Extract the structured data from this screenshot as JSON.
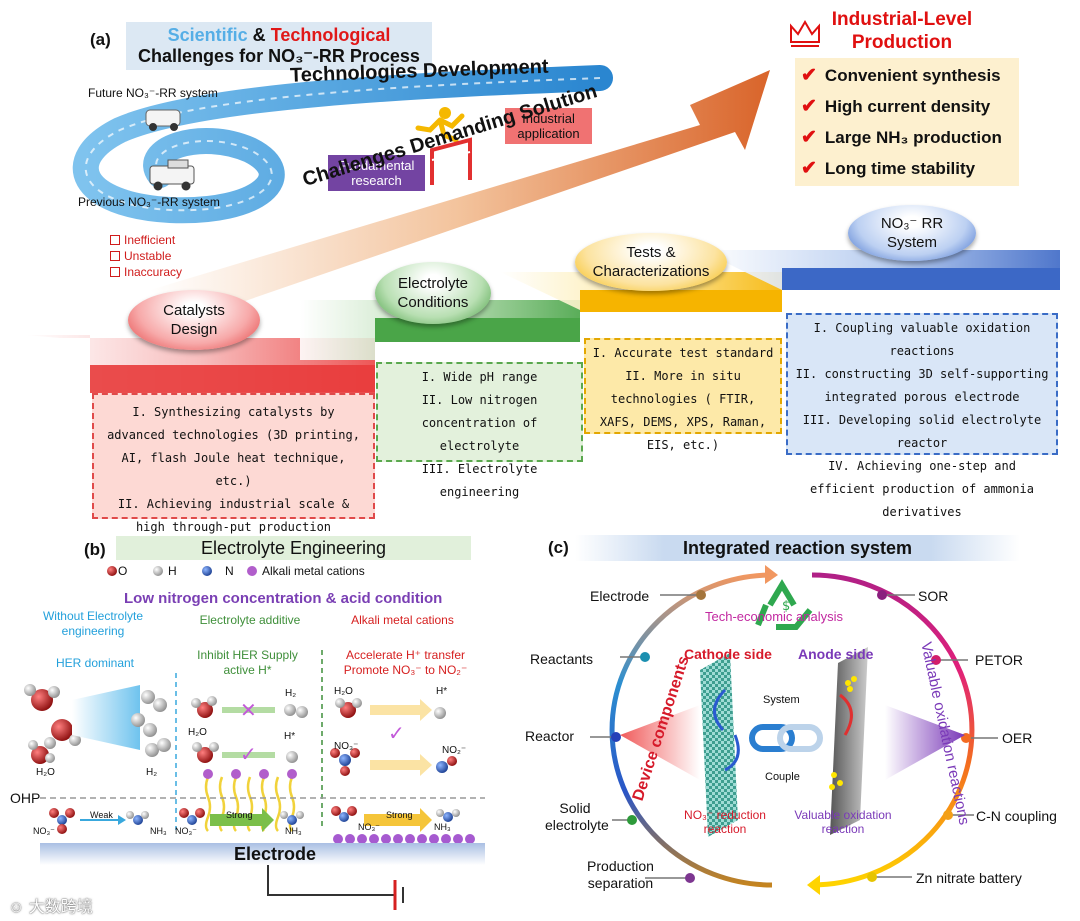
{
  "panel_a": {
    "label": "(a)",
    "title_scientific": "Scientific",
    "title_and": "&",
    "title_technological": "Technological",
    "title_line2": "Challenges for NO₃⁻-RR Process",
    "tech_development": "Technologies Development",
    "challenges_solution": "Challenges Demanding Solution",
    "future_system": "Future NO₃⁻-RR system",
    "previous_system": "Previous NO₃⁻-RR system",
    "industrial_application": "Industrial application",
    "fundamental_research": "Fundamental research",
    "problems": [
      "Inefficient",
      "Unstable",
      "Inaccuracy"
    ],
    "industrial_title": "Industrial-Level Production",
    "industrial_goals": [
      "Convenient synthesis",
      "High current density",
      "Large NH₃ production",
      "Long time stability"
    ],
    "steps": [
      {
        "title": "Catalysts Design",
        "color": "#e82a2a",
        "items": [
          "I. Synthesizing catalysts by advanced technologies (3D printing, AI, flash Joule heat technique, etc.)",
          "II. Achieving industrial scale & high through-put production"
        ]
      },
      {
        "title": "Electrolyte Conditions",
        "color": "#3f9a3a",
        "items": [
          "I. Wide pH range",
          "II. Low nitrogen concentration of electrolyte",
          "III. Electrolyte engineering"
        ]
      },
      {
        "title": "Tests & Characterizations",
        "color": "#f5b800",
        "items": [
          "I. Accurate test standard",
          "II. More in situ technologies ( FTIR, XAFS, DEMS, XPS, Raman, EIS, etc.)"
        ]
      },
      {
        "title": "NO₃⁻ RR System",
        "color": "#3566c8",
        "items": [
          "I. Coupling valuable oxidation reactions",
          "II. constructing 3D self-supporting integrated porous electrode",
          "III. Developing solid electrolyte reactor",
          "IV. Achieving one-step and efficient production of ammonia derivatives"
        ]
      }
    ]
  },
  "panel_b": {
    "label": "(b)",
    "title": "Electrolyte Engineering",
    "legend": [
      "O",
      "H",
      "N",
      "Alkali metal cations"
    ],
    "subtitle": "Low nitrogen concentration & acid condition",
    "col1_head": "Without Electrolyte engineering",
    "col2_head": "Electrolyte additive",
    "col3_head": "Alkali metal cations",
    "col1_sub": "HER dominant",
    "col2_sub": "Inhibit HER Supply active H*",
    "col3_sub": "Accelerate H⁺ transfer Promote NO₃⁻ to NO₂⁻",
    "ohp": "OHP",
    "electrode": "Electrode",
    "weak": "Weak",
    "strong": "Strong",
    "strong2": "Strong",
    "h2o": "H₂O",
    "h2": "H₂",
    "hstar": "H*",
    "no3": "NO₃⁻",
    "no2": "NO₂⁻",
    "nh3": "NH₃"
  },
  "panel_c": {
    "label": "(c)",
    "title": "Integrated reaction system",
    "left_labels": [
      "Electrode",
      "Reactants",
      "Reactor",
      "Solid electrolyte",
      "Production separation"
    ],
    "right_labels": [
      "SOR",
      "PETOR",
      "OER",
      "C-N coupling",
      "Zn nitrate battery"
    ],
    "left_arc": "Device components",
    "right_arc": "Valuable oxidation reactions",
    "tech_economic": "Tech-economic analysis",
    "cathode_side": "Cathode side",
    "anode_side": "Anode side",
    "system": "System",
    "couple": "Couple",
    "no3_reduction": "NO₃⁻ reduction reaction",
    "valuable_oxidation": "Valuable oxidation reaction"
  },
  "watermark": "大数跨境"
}
